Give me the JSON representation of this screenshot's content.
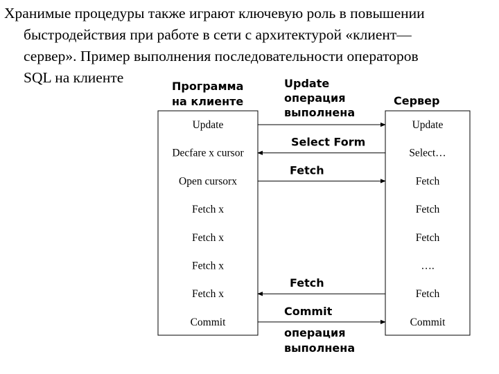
{
  "intro": {
    "lines": [
      "Хранимые процедуры также играют ключевую роль в повышении",
      "быстродействия при работе в сети с архитектурой «клиент—",
      "сервер». Пример выполнения последовательности операторов",
      "SQL на клиенте"
    ]
  },
  "diagram": {
    "client_header": [
      "Программа",
      "на клиенте"
    ],
    "server_header": "Сервер",
    "client_cells": [
      "Update",
      "Decfare x cursor",
      "Open cursorx",
      "Fetch x",
      "Fetch x",
      "Fetch x",
      "Fetch x",
      "Commit"
    ],
    "server_cells": [
      "Update",
      "Select…",
      "Fetch",
      "Fetch",
      "Fetch",
      "….",
      "Fetch",
      "Commit"
    ],
    "arrows": [
      {
        "row": 0,
        "direction": "to-server",
        "label": [
          "Update",
          "операция",
          "выполнена"
        ]
      },
      {
        "row": 1,
        "direction": "to-client",
        "label": [
          "Select Form"
        ]
      },
      {
        "row": 2,
        "direction": "to-server",
        "label": [
          "Fetch"
        ]
      },
      {
        "row": 6,
        "direction": "to-client",
        "label": [
          "Fetch"
        ]
      },
      {
        "row": 7,
        "direction": "to-server",
        "label": [
          "Commit",
          "операция",
          "выполнена"
        ]
      }
    ]
  }
}
